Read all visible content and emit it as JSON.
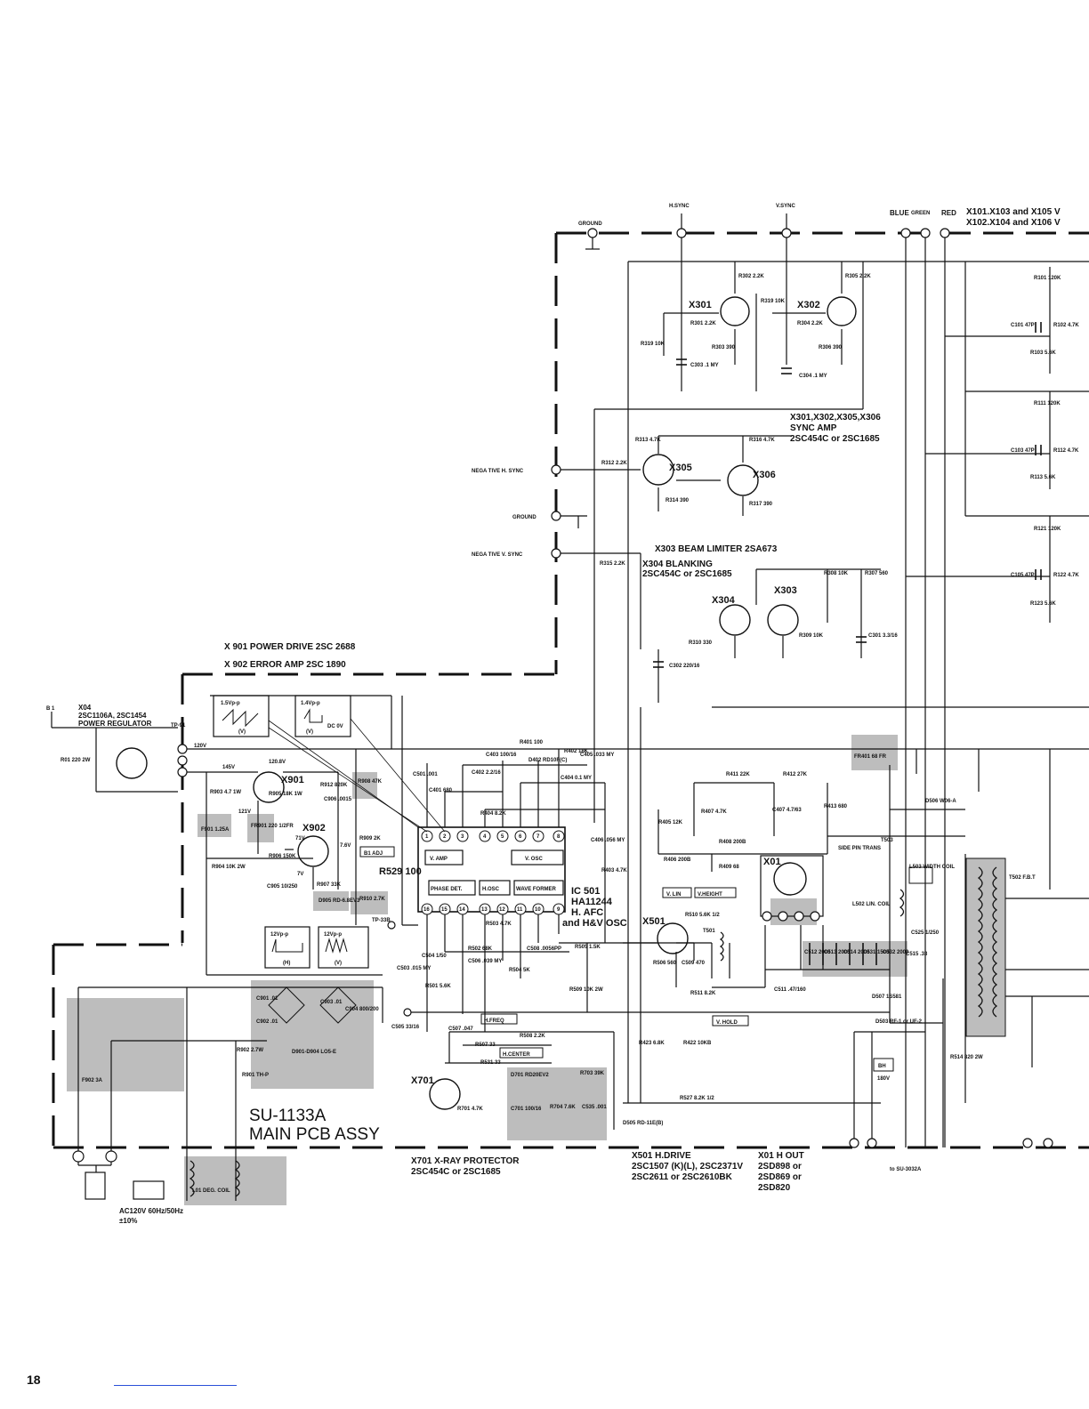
{
  "page": {
    "number": "18"
  },
  "assembly": {
    "line1": "SU-1133A",
    "line2": "MAIN PCB ASSY"
  },
  "top_signals": {
    "ground": "GROUND",
    "hsync": "H.SYNC",
    "vsync": "V.SYNC",
    "blue": "BLUE",
    "green": "GREEN",
    "red": "RED"
  },
  "top_right_note": {
    "line1": "X101.X103 and X105 V",
    "line2": "X102.X104 and X106 V"
  },
  "left_inputs": {
    "neg_hsync": "NEGA TIVE H. SYNC",
    "ground": "GROUND",
    "neg_vsync": "NEGA TIVE V. SYNC",
    "tp91": "TP-91",
    "tp33b": "TP-33B"
  },
  "sync_note": {
    "line1": "X301,X302,X305,X306",
    "line2": "SYNC AMP",
    "line3": "2SC454C or 2SC1685"
  },
  "beam_note": "X303  BEAM LIMITER  2SA673",
  "blank_note": {
    "line1": "X304  BLANKING",
    "line2": "2SC454C  or  2SC1685"
  },
  "power_note": {
    "line1": "X 901  POWER DRIVE  2SC 2688",
    "line2": "X 902  ERROR AMP    2SC 1890"
  },
  "regulator_note": {
    "b1": "B 1",
    "line1": "X04",
    "line2": "2SC1106A, 2SC1454",
    "line3": "POWER REGULATOR"
  },
  "ic": {
    "name": "IC 501",
    "part": "HA11244",
    "func1": "H. AFC",
    "func2": "and H&V OSC",
    "blocks": [
      "V. AMP",
      "V. OSC",
      "PHASE DET.",
      "H.OSC",
      "WAVE FORMER"
    ],
    "pins_top": [
      "1",
      "2",
      "3",
      "4",
      "5",
      "6",
      "7",
      "8"
    ],
    "pins_bottom": [
      "16",
      "15",
      "14",
      "13",
      "12",
      "11",
      "10",
      "9"
    ]
  },
  "transistors": [
    "X301",
    "X302",
    "X305",
    "X306",
    "X304",
    "X303",
    "X901",
    "X902",
    "X501",
    "X701",
    "X01"
  ],
  "resistors": [
    "R302 2.2K",
    "R319 10K",
    "R301 2.2K",
    "R303 390",
    "R319 10K",
    "R305 2.2K",
    "R304 2.2K",
    "R306 390",
    "R313 4.7K",
    "R312 2.2K",
    "R314 390",
    "R316 4.7K",
    "R317 390",
    "R315 2.2K",
    "R308 10K",
    "R307 560",
    "R310 330",
    "R309 10K",
    "R101 120K",
    "R102 4.7K",
    "R103 5.6K",
    "R111 120K",
    "R112 4.7K",
    "R113 5.6K",
    "R121 120K",
    "R122 4.7K",
    "R123 5.6K",
    "R01 220 2W",
    "R903 4.7 1W",
    "R905 18K 1W",
    "R912 820K",
    "R908 47K",
    "R909 2K",
    "R904 10K 2W",
    "R906 150K",
    "R907 33K",
    "R910 2.7K",
    "R401 100",
    "R402 18K",
    "R404 8.2K",
    "R403 4.7K",
    "R405 12K",
    "R406 200B",
    "R407 4.7K",
    "R408 200B",
    "R409 68",
    "R411 22K",
    "R412 27K",
    "R413 680",
    "R510 5.6K 1/2",
    "R505 1.5K",
    "R506 560",
    "R503 4.7K",
    "R502 68K",
    "R504 5K",
    "R501 5.6K",
    "R509 10K 2W",
    "R507 33",
    "R508 2.2K",
    "R531 33",
    "R511 8.2K",
    "R423 6.8K",
    "R422 10KB",
    "R527 8.2K 1/2",
    "R701 4.7K",
    "R704 7.6K",
    "R703 39K",
    "R514 820 2W",
    "R902 2.7W",
    "R529 100"
  ],
  "capacitors": [
    "C303 .1 MY",
    "C304 .1 MY",
    "C101 47P",
    "C103 47P",
    "C105 47P",
    "C302 220/16",
    "C301 3.3/16",
    "C501 .001",
    "C401 680",
    "C402 2.2/16",
    "C403 100/16",
    "C405 .033 MY",
    "C404 0.1 MY",
    "C406 .056 MY",
    "C407 4.7/63",
    "C905 10/250",
    "C906 .0015",
    "C504 1/50",
    "C506 .039 MY",
    "C508 .0056PP",
    "C503 .015 MY",
    "C509 470",
    "C507 .047",
    "C511 .47/160",
    "C505 33/16",
    "C701 100/16",
    "C535 .001",
    "C512 2000",
    "C513 2000",
    "C514 2000",
    "C531 1500",
    "C532 2000",
    "C515 .33",
    "C525 1/250",
    "C901 .01",
    "C902 .01",
    "C903 .01",
    "C904 800/200"
  ],
  "diodes": [
    "D905 RD-6.8EV3",
    "D402 RD10F(C)",
    "D901-D904 LO5-E",
    "D701 RD20EV2",
    "D505 RD-11E(B)",
    "D506 W06-A",
    "D507 1S581",
    "D503 RF-1 or UF-2"
  ],
  "waveforms": [
    {
      "amp": "1.5Vp-p",
      "unit": "(V)"
    },
    {
      "amp": "1.4Vp-p",
      "unit": "(V)",
      "dc": "DC 0V"
    },
    {
      "amp": "12Vp-p",
      "unit": "(H)"
    },
    {
      "amp": "12Vp-p",
      "unit": "(V)"
    }
  ],
  "voltages": [
    "120V",
    "145V",
    "120.8V",
    "121V",
    "71V",
    "7.6V",
    "7V"
  ],
  "adjustments": [
    "B1 ADJ",
    "V. LIN",
    "V.HEIGHT",
    "H.FREQ",
    "H.CENTER",
    "V. HOLD",
    "SIDE PIN TRANS"
  ],
  "coils": [
    "T501",
    "T503",
    "T502 F.B.T",
    "L503 WIDTH COIL",
    "L502 LIN. COIL",
    "L01 DEG. COIL",
    "FR401 68 FR",
    "FR901 220 1/2FR"
  ],
  "fuses": [
    "F901 1.25A",
    "F902 3A",
    "R901 TH-P"
  ],
  "bh": {
    "label": "BH",
    "voltage": "180V"
  },
  "bottom_notes": {
    "x701": {
      "line1": "X701  X-RAY PROTECTOR",
      "line2": "2SC454C or 2SC1685"
    },
    "x501": {
      "line1": "X501  H.DRIVE",
      "line2": "2SC1507 (K)(L), 2SC2371V",
      "line3": "2SC2611 or 2SC2610BK"
    },
    "x01": {
      "line1": "X01  H OUT",
      "line2": "2SD898 or",
      "line3": "2SD869 or",
      "line4": "2SD820"
    },
    "to_su": "to SU-3032A",
    "ac": {
      "line1": "AC120V  60Hz/50Hz",
      "line2": "±10%"
    }
  },
  "colors": {
    "ink": "#111111",
    "highlight": "#bdbdbd",
    "paper": "#ffffff",
    "link": "#2a4fd8"
  }
}
